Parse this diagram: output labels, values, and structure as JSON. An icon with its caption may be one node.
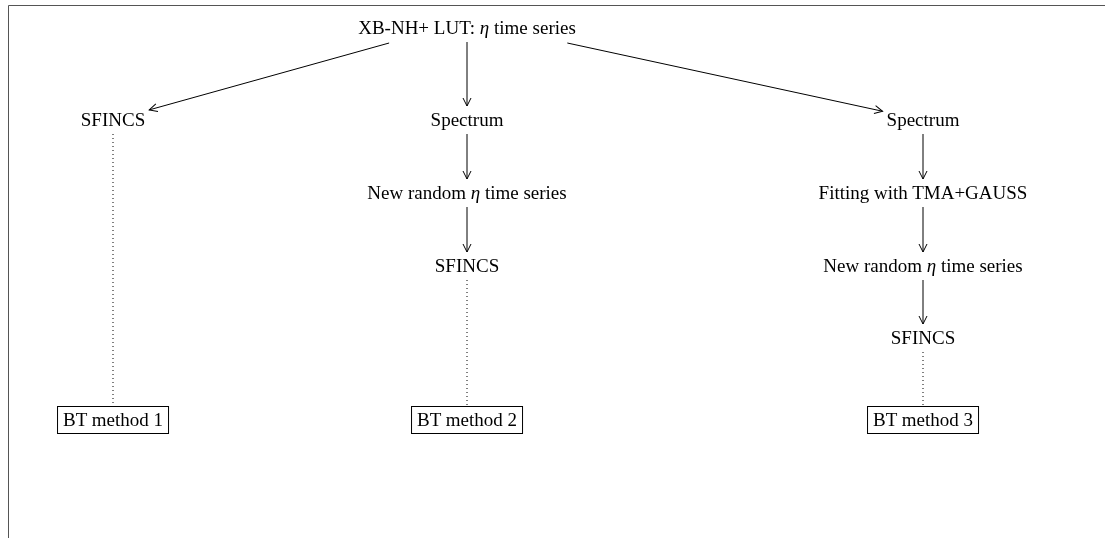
{
  "diagram": {
    "nodes": [
      {
        "text": [
          "XB-NH+ LUT: *η* time series"
        ]
      },
      {
        "text": [
          "SFINCS"
        ]
      },
      {
        "text": [
          "Spectrum"
        ]
      },
      {
        "text": [
          "Spectrum"
        ]
      },
      {
        "text": [
          "New random *η* time series"
        ]
      },
      {
        "text": [
          "SFINCS"
        ]
      },
      {
        "text": [
          "Fitting with TMA+GAUSS"
        ]
      },
      {
        "text": [
          "New random *η* time series"
        ]
      },
      {
        "text": [
          "SFINCS"
        ]
      },
      {
        "text": [
          "BT method 1"
        ]
      },
      {
        "text": [
          "BT method 2"
        ]
      },
      {
        "text": [
          "BT method 3"
        ]
      }
    ],
    "edges": [
      {
        "from": 0,
        "to": 1,
        "arrow": "to"
      },
      {
        "from": 0,
        "to": 2,
        "arrow": "to"
      },
      {
        "from": 0,
        "to": 3,
        "arrow": "to"
      },
      {
        "from": 2,
        "to": 4,
        "arrow": "to"
      },
      {
        "from": 4,
        "to": 5,
        "arrow": "to"
      },
      {
        "from": 3,
        "to": 6,
        "arrow": "to"
      },
      {
        "from": 6,
        "to": 7,
        "arrow": "to"
      },
      {
        "from": 7,
        "to": 8,
        "arrow": "to"
      },
      {
        "from": 1,
        "to": 9,
        "arrow": "none",
        "style": "dashed"
      },
      {
        "from": 5,
        "to": 10,
        "arrow": "none",
        "style": "dashed"
      },
      {
        "from": 8,
        "to": 11,
        "arrow": "none",
        "style": "dashed"
      }
    ]
  }
}
